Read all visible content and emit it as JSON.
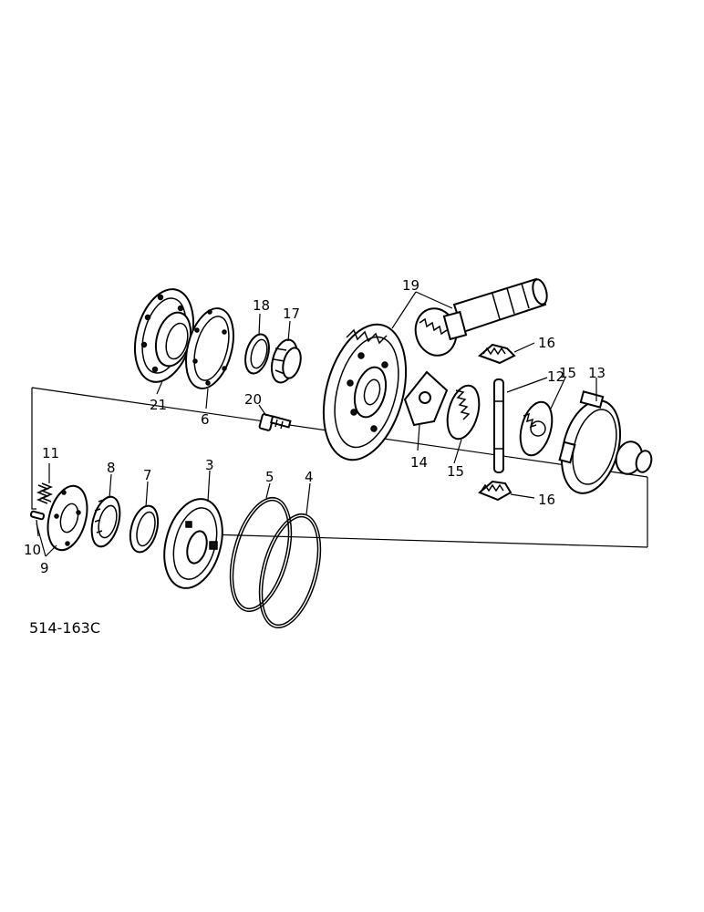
{
  "drawing_number": "514-163C",
  "callouts": {
    "c1": "21",
    "c2": "6",
    "c3": "18",
    "c4": "17",
    "c5": "20",
    "c6": "19",
    "c7": "16",
    "c8": "12",
    "c9": "15",
    "c10": "13",
    "c11": "14",
    "c12": "15",
    "c13": "16",
    "c14": "11",
    "c15": "8",
    "c16": "7",
    "c17": "3",
    "c18": "5",
    "c19": "4",
    "c20": "10",
    "c21": "9"
  }
}
